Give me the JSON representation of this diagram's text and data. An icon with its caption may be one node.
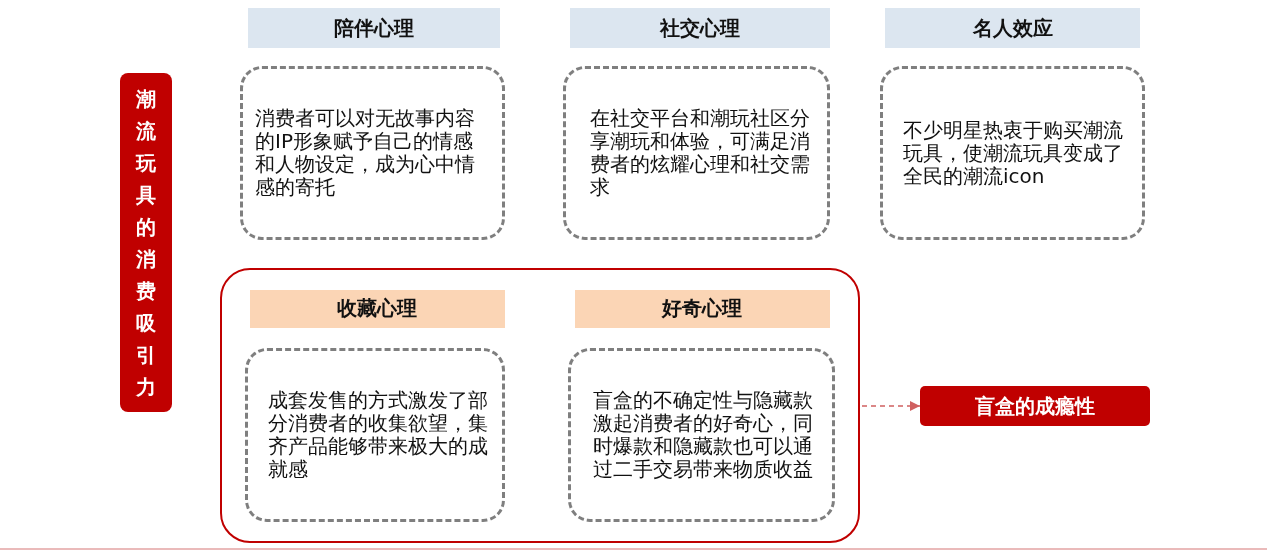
{
  "diagram": {
    "nodes": [
      {
        "text": [
          "潮流玩具的消费吸引力"
        ]
      },
      {
        "text": [
          "陪伴心理"
        ]
      },
      {
        "text": [
          "消费者可以对无故事内容的IP形象赋予自己的情感和人物设定，成为心中情感的寄托"
        ]
      },
      {
        "text": [
          "社交心理"
        ]
      },
      {
        "text": [
          "在社交平台和潮玩社区分享潮玩和体验，可满足消费者的炫耀心理和社交需求"
        ]
      },
      {
        "text": [
          "名人效应"
        ]
      },
      {
        "text": [
          "不少明星热衷于购买潮流玩具，使潮流玩具变成了全民的潮流icon"
        ]
      },
      {
        "text": [],
        "shape": "box"
      },
      {
        "text": [
          "收藏心理"
        ],
        "in": 7
      },
      {
        "text": [
          "成套发售的方式激发了部分消费者的收集欲望，集齐产品能够带来极大的成就感"
        ],
        "in": 7
      },
      {
        "text": [
          "好奇心理"
        ],
        "in": 7
      },
      {
        "text": [
          "盲盒的不确定性与隐藏款激起消费者的好奇心，同时爆款和隐藏款也可以通过二手交易带来物质收益"
        ],
        "in": 7
      },
      {
        "text": [
          "盲盒的成瘾性"
        ]
      }
    ],
    "edges": [
      {
        "from": 7,
        "to": 12,
        "arrow": "to",
        "style": "dashed"
      }
    ]
  }
}
